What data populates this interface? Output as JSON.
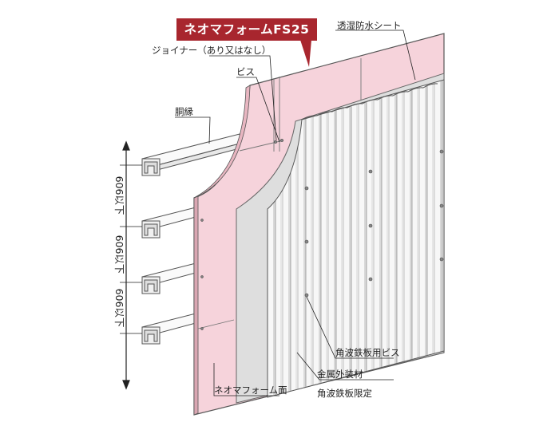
{
  "title": "ネオマフォームFS25",
  "labels": {
    "moisture_sheet": "透湿防水シート",
    "jointer": "ジョイナー（あり又はなし）",
    "screw": "ビス",
    "furring": "胴縁",
    "panel_screw": "角波鉄板用ビス",
    "metal_siding": "金属外装材",
    "siding_limited": "角波鉄板限定",
    "foam_face": "ネオマフォーム面"
  },
  "dimensions": [
    "606以下",
    "606以下",
    "606以下"
  ],
  "colors": {
    "badge": "#a8262e",
    "foam": "#f4d6dd",
    "sheet": "#dcdcdc",
    "steel": "#f6f6f6"
  }
}
